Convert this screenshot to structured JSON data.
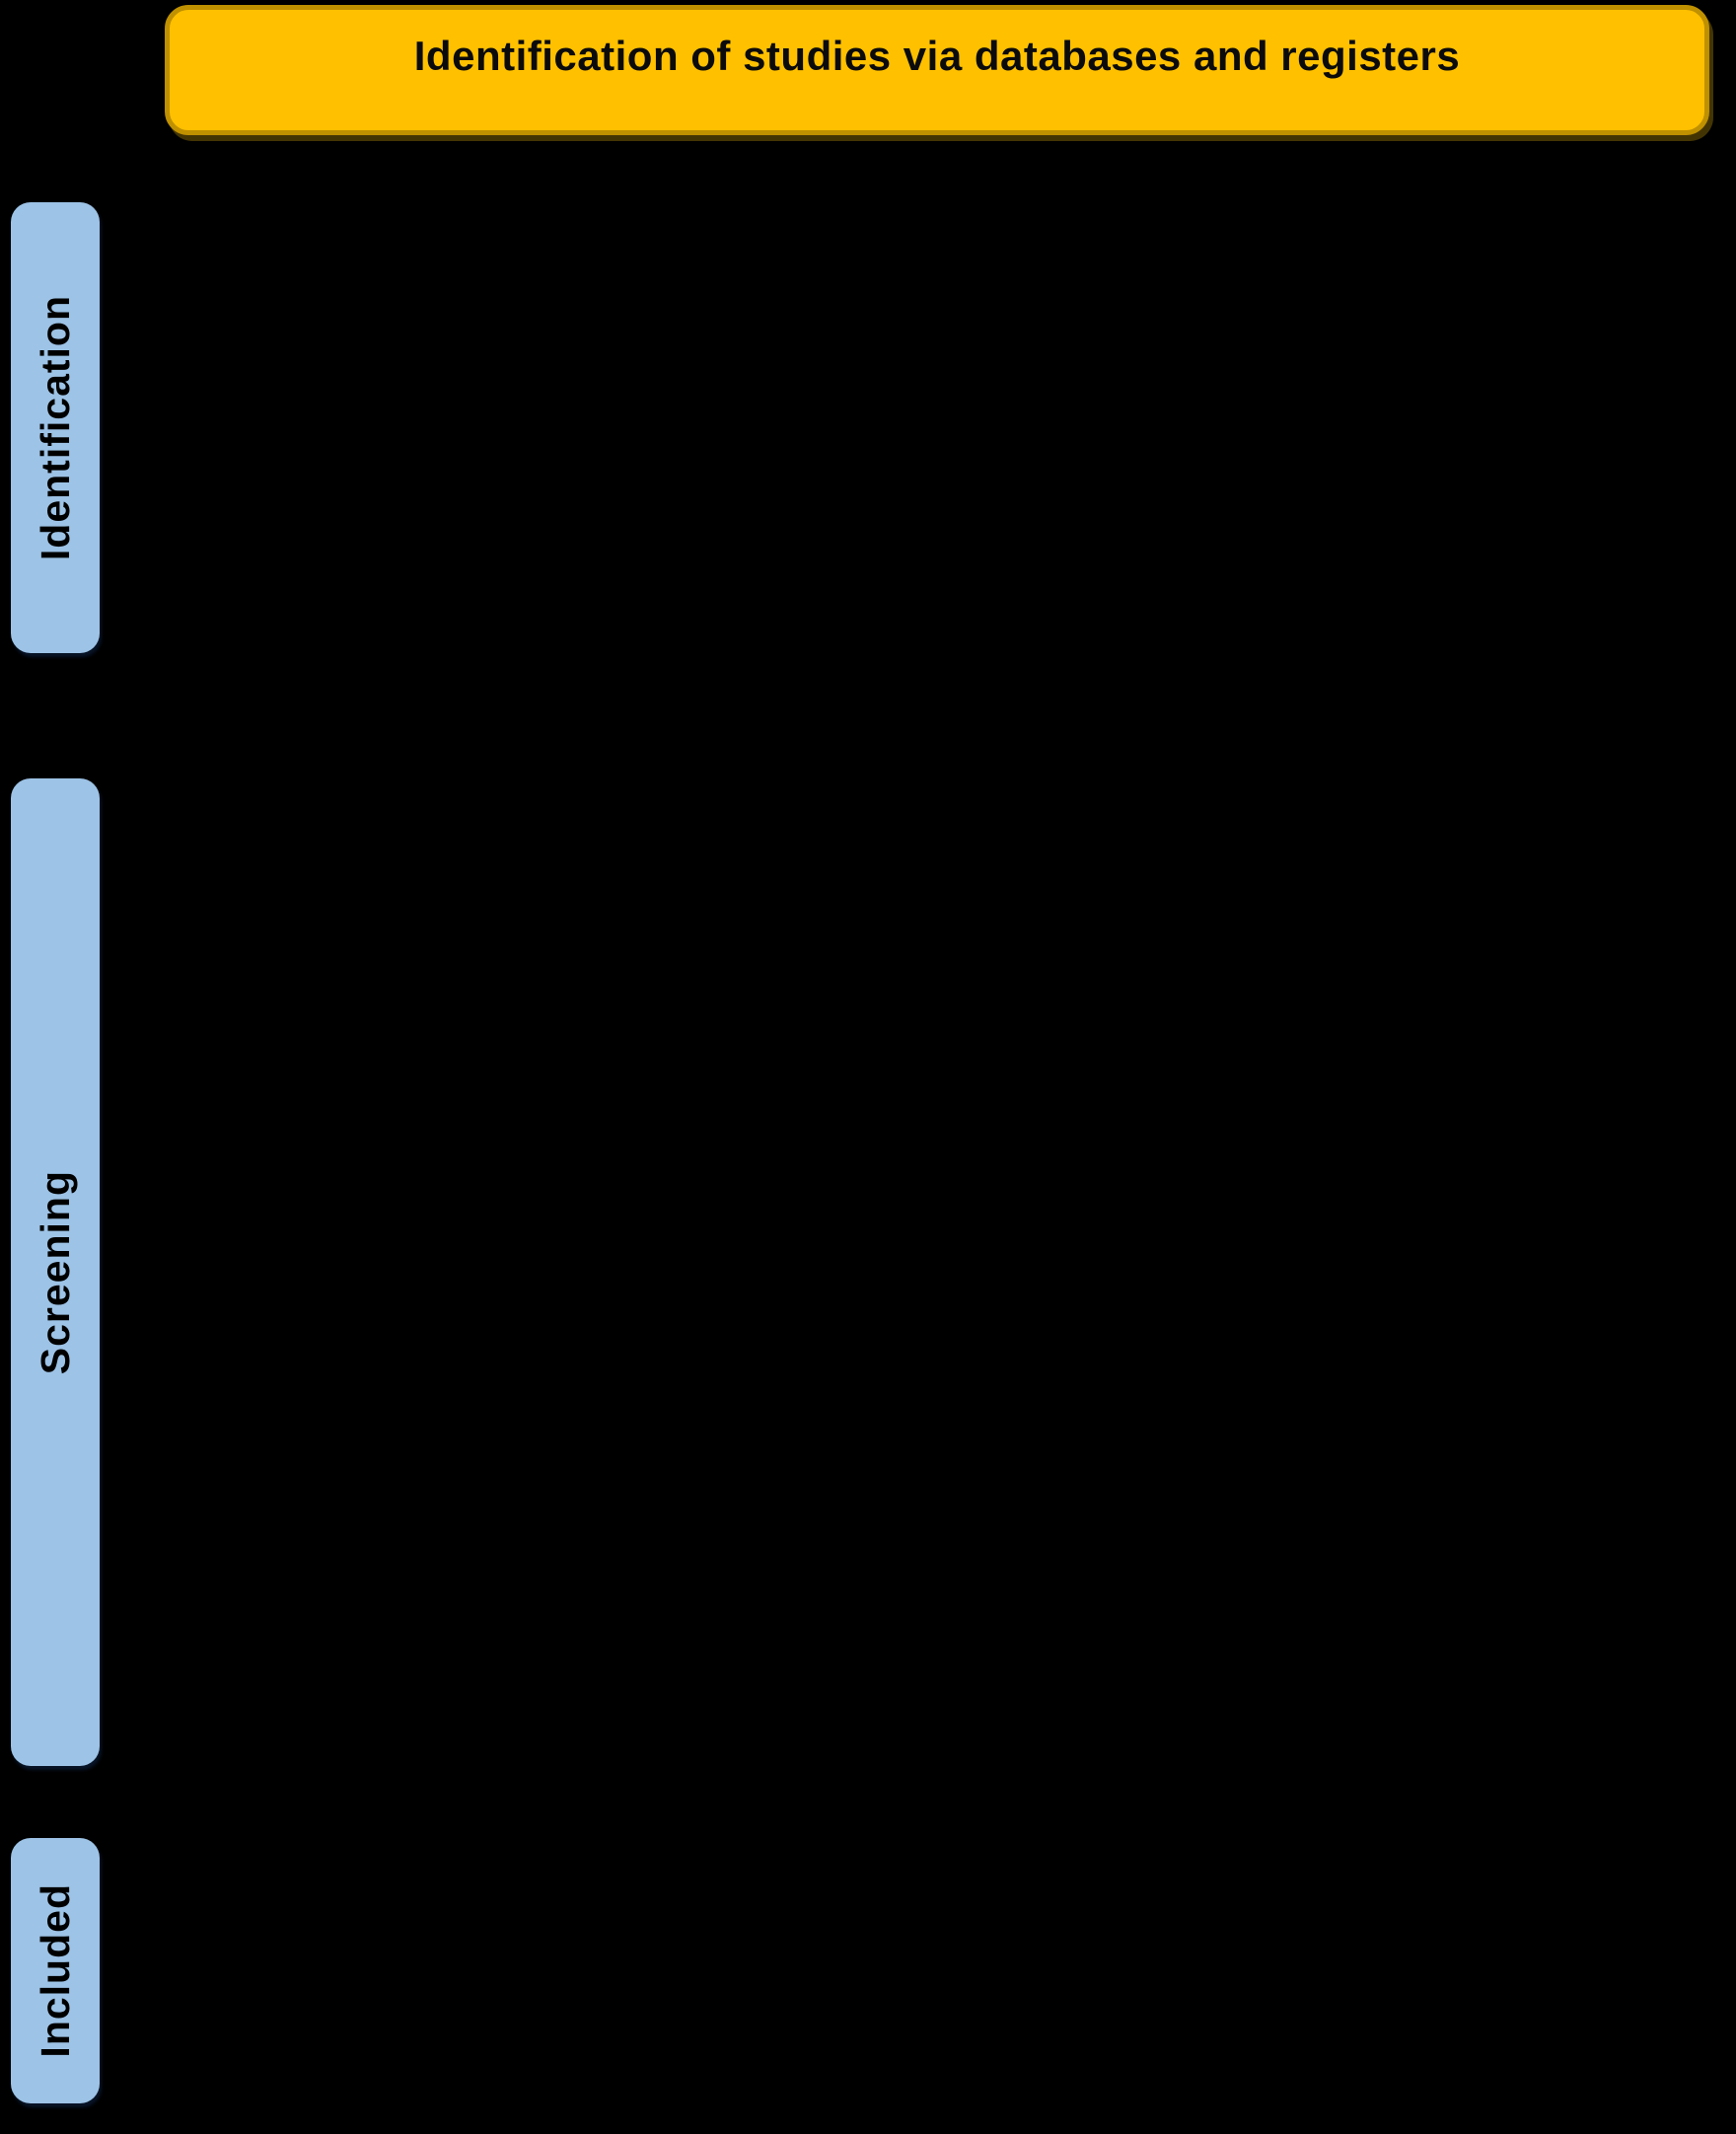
{
  "colors": {
    "background": "#000000",
    "header_fill": "#FFC000",
    "header_border": "#BF9000",
    "header_text": "#0B0B0B",
    "stage_fill": "#9DC3E6",
    "stage_text": "#000000"
  },
  "header": {
    "title": "Identification of studies via databases and registers"
  },
  "stages": {
    "labels": [
      {
        "id": "identification",
        "label": "Identification"
      },
      {
        "id": "screening",
        "label": "Screening"
      },
      {
        "id": "included",
        "label": "Included"
      }
    ]
  }
}
